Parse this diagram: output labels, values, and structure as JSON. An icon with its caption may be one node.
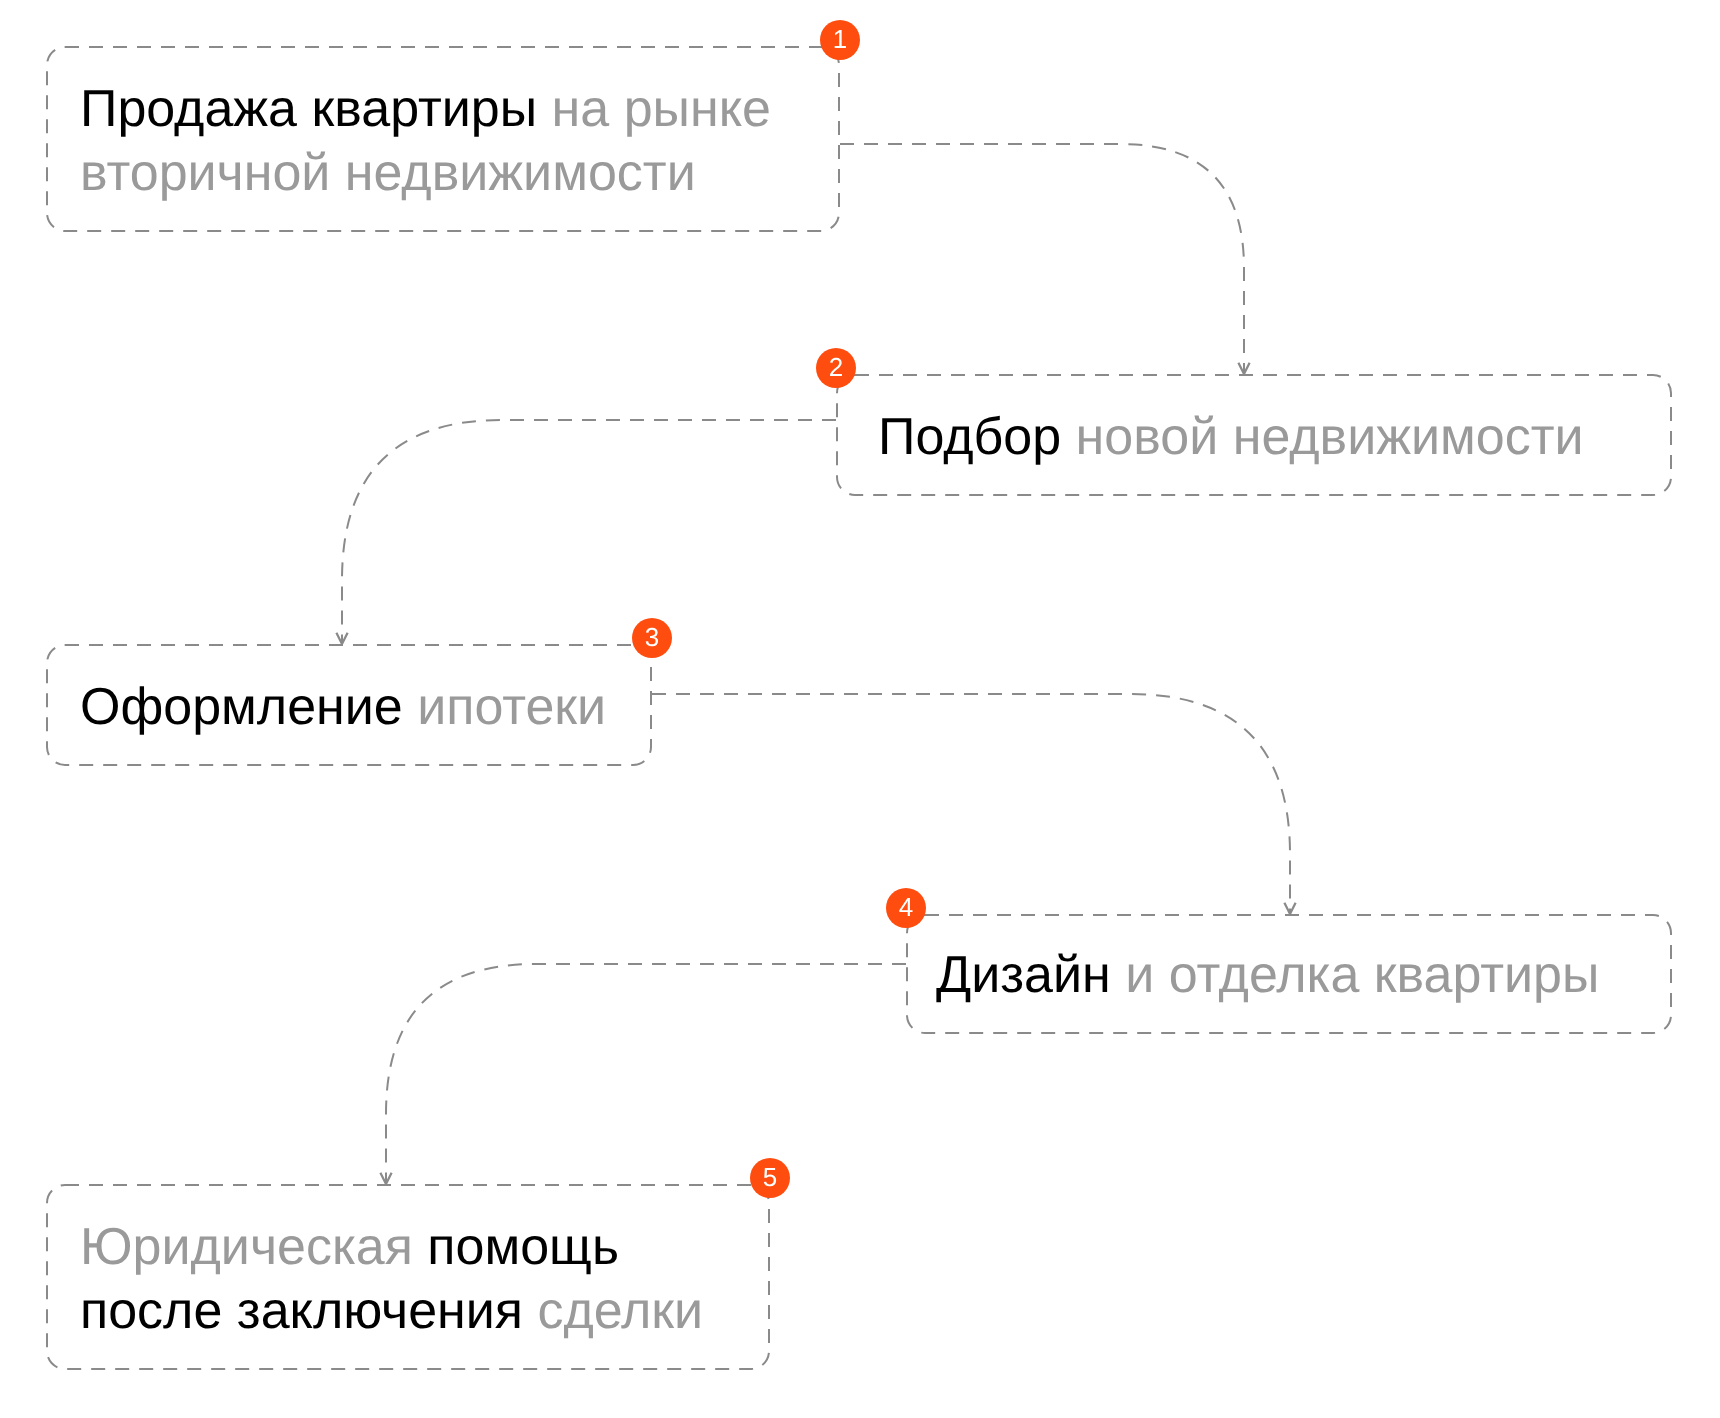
{
  "diagram": {
    "nodes": [
      {
        "text": [
          "**Продажа квартиры** на рынке вторичной недвижимости"
        ],
        "beside": [
          "1"
        ]
      },
      {
        "text": [
          "**Подбор** новой недвижимости"
        ],
        "beside": [
          "2"
        ]
      },
      {
        "text": [
          "**Оформление** ипотеки"
        ],
        "beside": [
          "3"
        ]
      },
      {
        "text": [
          "**Дизайн** и отделка квартиры"
        ],
        "beside": [
          "4"
        ]
      },
      {
        "text": [
          "Юридическая **помощь после заключения** сделки"
        ],
        "beside": [
          "5"
        ]
      }
    ],
    "edges": [
      {
        "from": 0,
        "to": 1,
        "arrow": "to",
        "style": "dashed"
      },
      {
        "from": 1,
        "to": 2,
        "arrow": "to",
        "style": "dashed"
      },
      {
        "from": 2,
        "to": 3,
        "arrow": "to",
        "style": "dashed"
      },
      {
        "from": 3,
        "to": 4,
        "arrow": "to",
        "style": "dashed"
      }
    ]
  }
}
